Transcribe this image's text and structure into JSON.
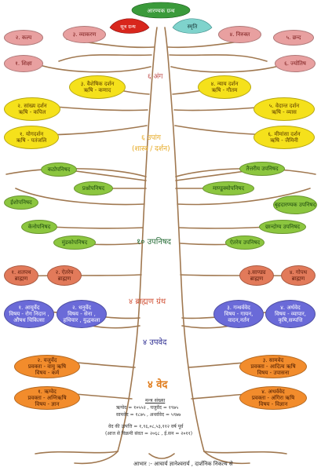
{
  "top": {
    "root": "आरण्यक ग्रन्थ",
    "left_leaf": "सूत्र ग्रन्थ",
    "right_leaf": "स्मृति"
  },
  "colors": {
    "trunk": "#a07850",
    "vedanga": "#e8a0a0",
    "darshan": "#f5e11b",
    "upanishad": "#8cc63f",
    "brahmana": "#e27a5a",
    "upaveda": "#6a6ad8",
    "veda": "#f28c2c",
    "tier_vedanga": "#c0504d",
    "tier_darshan": "#e6a820",
    "tier_upanishad": "#2a6e3a",
    "tier_brahmana": "#d2553a",
    "tier_upaveda": "#2a2a90",
    "tier_veda": "#e07b1a"
  },
  "tiers": {
    "vedanga": "६ अंग",
    "darshan_1": "६ उपांग",
    "darshan_2": "(शास्त्र / दर्शन)",
    "upanishad": "१० उपनिषद",
    "brahmana": "४ ब्राह्मण ग्रंथ",
    "upaveda": "४ उपवेद",
    "veda": "४ वेद"
  },
  "vedangas": [
    {
      "text": "२. कल्प"
    },
    {
      "text": "३. व्याकरण"
    },
    {
      "text": "१. शिक्षा"
    },
    {
      "text": "४. निरुक्त"
    },
    {
      "text": "५. छन्द"
    },
    {
      "text": "६. ज्योतिष"
    }
  ],
  "darshans": [
    {
      "line1": "३. वैशेषिक दर्शन",
      "line2": "ऋषि - कणाद"
    },
    {
      "line1": "२. सांख्य दर्शन",
      "line2": "ऋषि - कपिल"
    },
    {
      "line1": "१. योगदर्शन",
      "line2": "ऋषि - पतंजलि"
    },
    {
      "line1": "४. न्याय दर्शन",
      "line2": "ऋषि - गौतम"
    },
    {
      "line1": "५. वेदान्त दर्शन",
      "line2": "ऋषि - व्यास"
    },
    {
      "line1": "६. मीमांसा दर्शन",
      "line2": "ऋषि - जैमिनी"
    }
  ],
  "upanishads": [
    {
      "text": "कठोपनिषद"
    },
    {
      "text": "प्रश्नोपनिषद"
    },
    {
      "text": "ईशोपनिषद"
    },
    {
      "text": "केनोपनिषद"
    },
    {
      "text": "मुंडकोपनिषद"
    },
    {
      "text": "तैत्तरीय उपनिषद"
    },
    {
      "text": "माण्डूक्योपनिषद"
    },
    {
      "text": "बृहदारण्यक उपनिषद"
    },
    {
      "text": "छान्दोग्य उपनिषद"
    },
    {
      "text": "ऐतरेय उपनिषद"
    }
  ],
  "brahmanas": [
    {
      "line1": "१. शतपथ",
      "line2": "ब्राह्मण"
    },
    {
      "line1": "२. ऐतरेय",
      "line2": "ब्राह्मण"
    },
    {
      "line1": "३.साण्ड्य",
      "line2": "ब्राह्मण"
    },
    {
      "line1": "४. गोपथ",
      "line2": "ब्राह्मण"
    }
  ],
  "upavedas": [
    {
      "line1": "१. आयुर्वेद",
      "line2": "विषय - रोग निदान ,",
      "line3": "औषध चिकित्सा"
    },
    {
      "line1": "२. धनुर्वेद",
      "line2": "विषय - सेना ,",
      "line3": "हथियार , युद्धकला"
    },
    {
      "line1": "३. गन्धर्ववेद",
      "line2": "विषय - गायन,",
      "line3": "वादन,नर्तन"
    },
    {
      "line1": "४. अर्थवेद",
      "line2": "विषय - व्यापार,",
      "line3": "कृषि,सम्पत्ति"
    }
  ],
  "vedas": [
    {
      "line1": "२. यजुर्वेद",
      "line2": "प्रवक्ता - वायु ऋषि",
      "line3": "विषय - कर्म"
    },
    {
      "line1": "१. ऋग्वेद",
      "line2": "प्रवक्ता - अग्निऋषि",
      "line3": "विषय - ज्ञान"
    },
    {
      "line1": "३. सामवेद",
      "line2": "प्रवक्ता - आदित्य ऋषि",
      "line3": "विषय - उपासना"
    },
    {
      "line1": "४. अथर्ववेद",
      "line2": "प्रवक्ता - अंगिरा ऋषि",
      "line3": "विषय - विज्ञान"
    }
  ],
  "stats": {
    "heading": "मन्त्र संख्या",
    "line1": "ऋग्वेद = १०५५२ , यजुर्वेद = १९७५",
    "line2": "सामवेद = १८७५ , अथर्ववेद = ५९७७",
    "line3": "वेद की उत्पत्ति = १,९६,०८,५३,११२ वर्ष पूर्व",
    "line4": "(आज से विक्रमी संवत = २०६८ , ई.सन = २०११)"
  },
  "credit": "आभार :- आचार्य ज्ञानेश्वरार्य , दार्शनिक निकत्थ से"
}
